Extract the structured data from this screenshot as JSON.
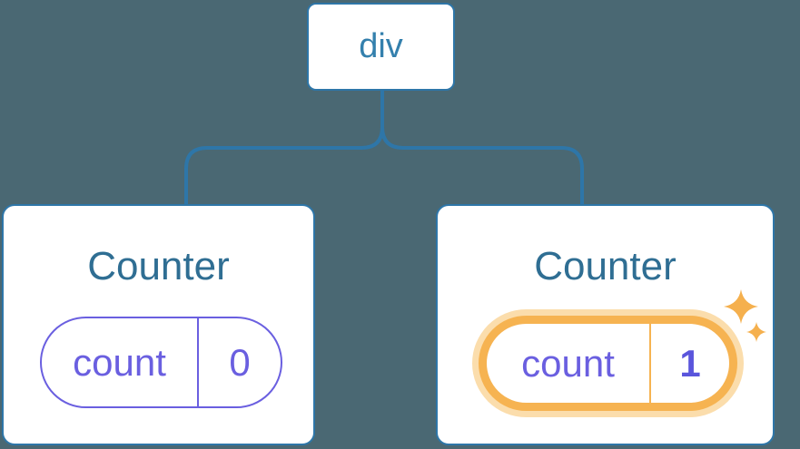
{
  "tree": {
    "root": {
      "label": "div"
    },
    "children": [
      {
        "title": "Counter",
        "state": {
          "name": "count",
          "value": "0"
        },
        "highlighted": false
      },
      {
        "title": "Counter",
        "state": {
          "name": "count",
          "value": "1"
        },
        "highlighted": true
      }
    ]
  },
  "icons": {
    "sparkles": "sparkles-icon"
  },
  "colors": {
    "background": "#4A6873",
    "connector_blue": "#2E76A8",
    "root_label_blue": "#3480AD",
    "card_title_blue": "#2F6E93",
    "card_background": "#FFFFFF",
    "state_purple": "#6A5FE0",
    "value_bold_purple": "#5A55DC",
    "highlight_orange": "#F6B351",
    "highlight_halo_orange": "#FBDDAC"
  }
}
